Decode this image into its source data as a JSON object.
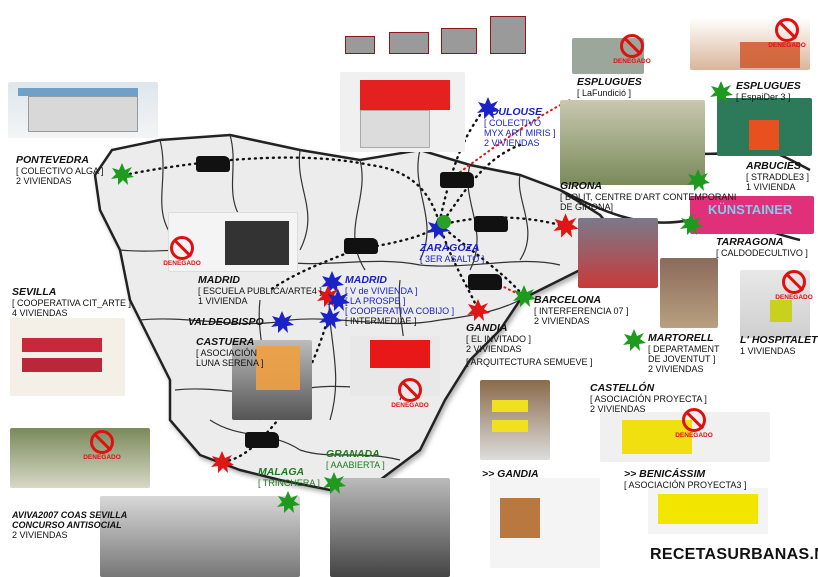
{
  "title": "Recetas Urbanas map of Spain projects",
  "brand": "RECETASURBANAS.NET",
  "denied_label": "DENEGADO",
  "colors": {
    "star_green": "#1e9a1e",
    "star_blue": "#1a22c8",
    "star_red": "#e01515",
    "zaragoza_dot": "#2aa02a",
    "denied_red": "#e01010",
    "map_fill": "#ebebeb",
    "border": "#222222"
  },
  "locations": {
    "pontevedra": {
      "city": "PONTEVEDRA",
      "project": "[ COLECTIVO ALGA ]",
      "units": "2 VIVIENDAS"
    },
    "sevilla": {
      "city": "SEVILLA",
      "project": "[ COOPERATIVA CIT_ARTE ]",
      "units": "4 VIVIENDAS"
    },
    "aviva": {
      "line1": "AVIVA2007 COAS SEVILLA",
      "line2": "CONCURSO ANTISOCIAL",
      "units": "2 VIVIENDAS"
    },
    "madrid_school": {
      "city": "MADRID",
      "project": "[ ESCUELA PUBLICA/ARTE4 ]",
      "units": "1 VIVIENDA"
    },
    "madrid_coops": {
      "city": "MADRID",
      "l1": "[ V de VIVIENDA ]",
      "l2": "[ LA PROSPE ]",
      "l3": "[ COOPERATIVA COBIJO ]",
      "l4": "[ INTERMEDIAE ]"
    },
    "valdeobispo": {
      "city": "VALDEOBISPO"
    },
    "castuera": {
      "city": "CASTUERA",
      "l1": "[ ASOCIACIÓN",
      "l2": "LUNA SERENA ]"
    },
    "toulouse": {
      "city": "TOULOUSE",
      "l1": "[ COLECTIVO",
      "l2": "MYX ART MIRIS ]",
      "units": "2 VIVIENDAS"
    },
    "zaragoza": {
      "city": "ZARAGOZA",
      "project": "[ 3ER ASALTO ]"
    },
    "esplugues_1": {
      "city": "ESPLUGUES",
      "project": "[ LaFundició ]"
    },
    "esplugues_2": {
      "city": "ESPLUGUES",
      "project": "[ EspaiDer 3 ]"
    },
    "arbucies": {
      "city": "ARBUCIES",
      "project": "[ STRADDLE3 ]",
      "units": "1 VIVIENDA"
    },
    "girona": {
      "city": "GIRONA",
      "l1": "[ BOLIT, CENTRE D'ART CONTEMPORANI",
      "l2": "DE GIRONA]"
    },
    "kunstainer": {
      "sign": "KÜNSTAINER"
    },
    "tarragona": {
      "city": "TARRAGONA",
      "project": "[ CALDODECULTIVO ]"
    },
    "barcelona": {
      "city": "BARCELONA",
      "project": "[ INTERFERENCIA 07 ]",
      "units": "2 VIVIENDAS"
    },
    "gandia": {
      "city": "GANDIA",
      "project": "[ EL INVITADO ]",
      "units": "2 VIVIENDAS",
      "extra": "[ ARQUITECTURA SEMUEVE ]"
    },
    "martorell": {
      "city": "MARTORELL",
      "l1": "[ DEPARTAMENT",
      "l2": "DE JOVENTUT ]",
      "units": "2 VIVIENDAS"
    },
    "hospitalet": {
      "city": "L' HOSPITALET",
      "units": "1 VIVIENDAS"
    },
    "castellon": {
      "city": "CASTELLÓN",
      "project": "[ ASOCIACIÓN PROYECTA ]",
      "units": "2 VIVIENDAS"
    },
    "gandia_render": {
      "caption": ">> GANDIA"
    },
    "benicassim": {
      "city": ">> BENICÁSSIM",
      "project": "[ ASOCIACIÓN PROYECTA3 ]"
    },
    "malaga": {
      "city": "MALAGA",
      "project": "[ TRINCHERA ]"
    },
    "granada": {
      "city": "GRANADA",
      "project": "[ AAABIERTA ]"
    }
  }
}
